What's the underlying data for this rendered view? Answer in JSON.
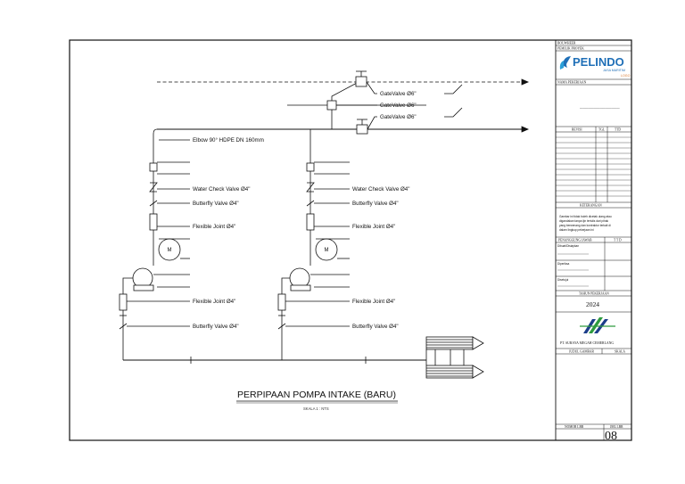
{
  "diagram": {
    "title": "PERPIPAAN POMPA INTAKE (BARU)",
    "scale": "SKALA 1 : NTS",
    "labels": {
      "gate_valve_1": "GateValve Ø6\"",
      "gate_valve_2": "GateValve Ø6\"",
      "gate_valve_3": "GateValve Ø6\"",
      "elbow": "Elbow 90° HDPE DN 160mm",
      "check_valve_a": "Water Check Valve Ø4\"",
      "butterfly_a_top": "Butterfly Valve Ø4\"",
      "flexible_a_top": "Flexible Joint Ø4\"",
      "flexible_a_bottom": "Flexible Joint Ø4\"",
      "butterfly_a_bottom": "Butterfly Valve Ø4\"",
      "check_valve_b": "Water Check Valve Ø4\"",
      "butterfly_b_top": "Butterfly Valve Ø4\"",
      "flexible_b_top": "Flexible Joint Ø4\"",
      "flexible_b_bottom": "Flexible Joint Ø4\"",
      "butterfly_b_bottom": "Butterfly Valve Ø4\""
    },
    "motor_symbol": "M"
  },
  "title_block": {
    "owner_label": "BOUWHEER",
    "project_owner_label": "PEMILIK PROYEK",
    "brand_name": "PELINDO",
    "brand_sub1": "JASA MARITIM",
    "brand_sub2": "LOGO",
    "work_name_label": "NAMA PEKERJAAN",
    "work_name_value": "——————————————",
    "revision_label": "REVISI",
    "tgl_label": "TGL",
    "ttd_label": "TTD",
    "notes_label": "KETERANGAN",
    "notes_text_1": "Gambar ini tidak boleh dicetak ulang atau",
    "notes_text_2": "digandakan tanpa ijin tertulis dari pihak",
    "notes_text_3": "yang berwenang dan kontraktor terkait di",
    "notes_text_4": "dalam lingkup pekerjaan ini",
    "responsible_label": "PENANGGUNG JAWAB",
    "ttd_label2": "T T D",
    "resp_1": "Dibuat/Disiapkan",
    "resp_2": "Diperiksa",
    "resp_3": "Disetujui",
    "year_label": "TAHUN PEKERJAAN",
    "year": "2024",
    "contractor": "PT. SURAYA MEGAH CEMERLANG",
    "drawing_title_label": "JUDUL GAMBAR",
    "scale_label": "SKALA",
    "sheet_no_label": "NOMOR LBR",
    "sheet_total_label": "JML LBR",
    "sheet_number": "08"
  },
  "colors": {
    "line": "#111111",
    "brand_blue": "#1f6fb7",
    "brand_orange": "#d9772a",
    "logo_blue": "#1c3e8a",
    "logo_green": "#2e9b3f"
  }
}
